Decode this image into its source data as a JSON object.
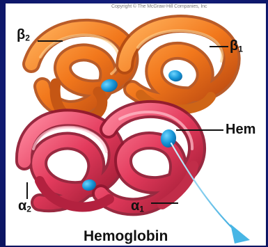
{
  "copyright": "Copyright © The McGraw-Hill Companies, Inc",
  "caption": "Hemoglobin",
  "labels": {
    "beta2": {
      "letter": "β",
      "sub": "2"
    },
    "beta1": {
      "letter": "β",
      "sub": "1"
    },
    "heme": "Hem",
    "alpha2": {
      "letter": "α",
      "sub": "2"
    },
    "alpha1": {
      "letter": "α",
      "sub": "1"
    }
  },
  "colors": {
    "background": "#121d78",
    "beta_orange": "#ef7b1b",
    "beta_dark_orange": "#c64f12",
    "alpha_pink": "#e43d5e",
    "alpha_dark": "#9f1b32",
    "heme_blue": "#1e9bd8",
    "arrow_cyan": "#57bfe6"
  }
}
